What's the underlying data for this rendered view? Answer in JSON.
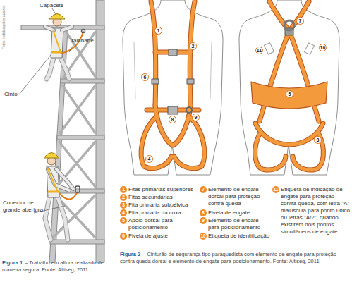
{
  "diagram": {
    "labels": [
      "Capacete",
      "Talabarte",
      "Cinto",
      "Conector de grande abertura",
      "Fotos cedidas pelos autores",
      "Figura 1",
      "– Trabalho em altura realizado de maneira segura. Fonte: Altiseg, 2011",
      "1",
      "2",
      "6",
      "8",
      "9",
      "4",
      "7",
      "11",
      "10",
      "5",
      "3",
      "1",
      "Fitas primárias superiores",
      "2",
      "Fitas secundárias",
      "3",
      "Fita primária subpélvica",
      "4",
      "Fita primária da coxa",
      "5",
      "Apoio dorsal para posicionamento",
      "6",
      "Fivela de ajuste",
      "7",
      "Elemento de engate dorsal para proteção contra queda",
      "8",
      "Fivela de engate",
      "9",
      "Elemento de engate para posicionamento",
      "10",
      "Etiqueta de identificação",
      "11",
      "Etiqueta de indicação de engate para proteção contra queda, com letra \"A\" maiúscula para ponto único ou letras \"A/2\", quando existirem dois pontos simultâneos de engate",
      "Figura 2",
      "– Cinturão de segurança tipo paraquedista com elemento de engate para proteção contra queda dorsal e elemento de engate para posicionamento. Fonte: Altiseg, 2011"
    ]
  }
}
